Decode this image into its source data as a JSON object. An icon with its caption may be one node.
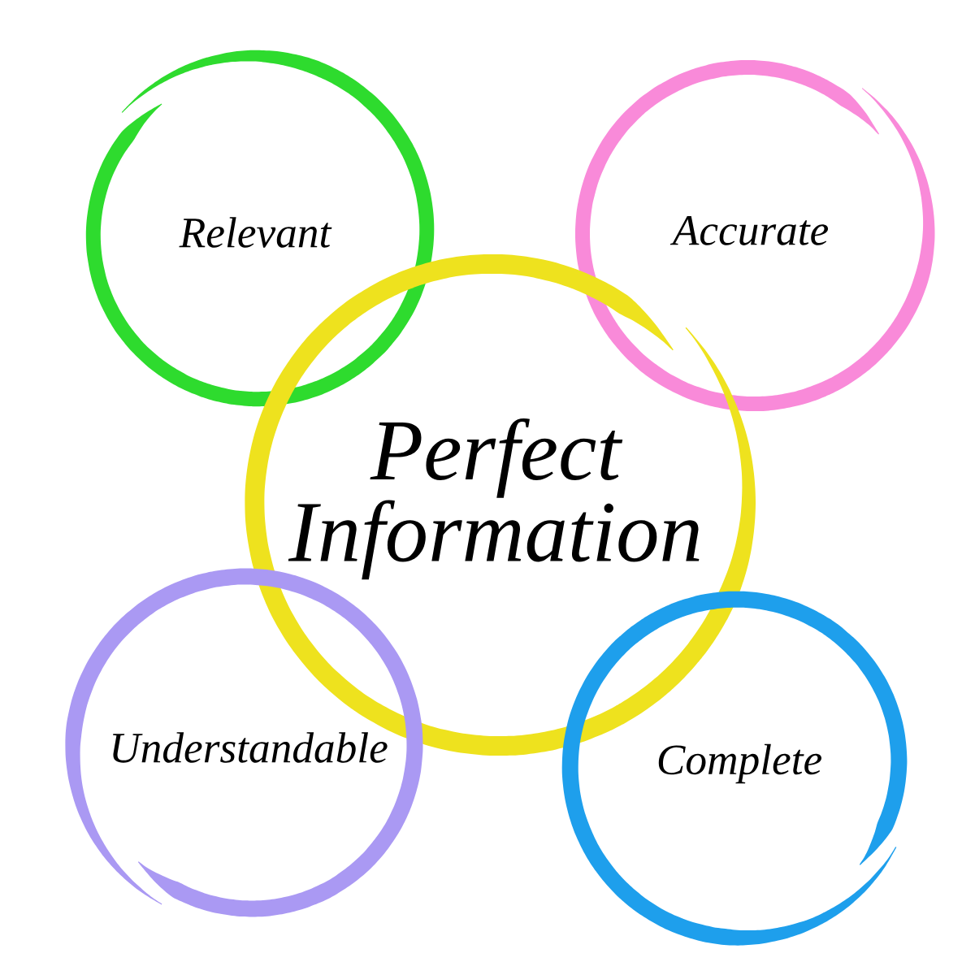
{
  "diagram": {
    "nodes": [
      {
        "text": [
          "Relevant"
        ]
      },
      {
        "text": [
          "Accurate"
        ]
      },
      {
        "text": [
          "Perfect Information"
        ]
      },
      {
        "text": [
          "Understandable"
        ]
      },
      {
        "text": [
          "Complete"
        ]
      }
    ]
  }
}
